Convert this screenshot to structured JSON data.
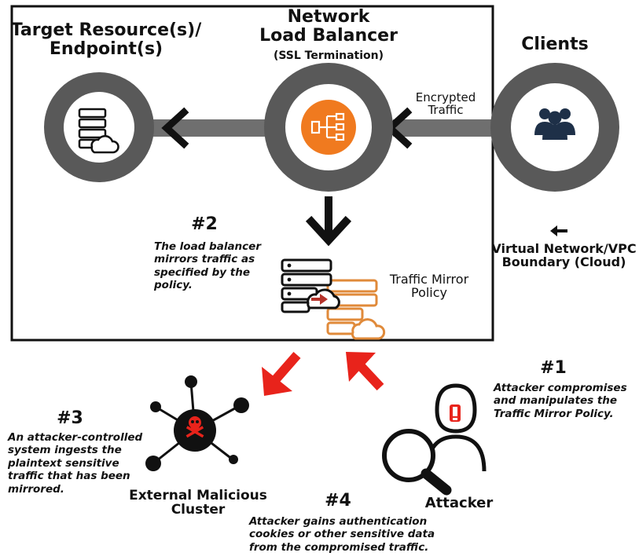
{
  "labels": {
    "target": "Target Resource(s)/\nEndpoint(s)",
    "nlb_title": "Network\nLoad Balancer",
    "nlb_sub": "(SSL Termination)",
    "clients": "Clients",
    "encrypted": "Encrypted\nTraffic",
    "mirror_policy": "Traffic Mirror\nPolicy",
    "vpc_boundary": "Virtual Network/VPC\nBoundary (Cloud)",
    "external_cluster": "External Malicious\nCluster",
    "attacker": "Attacker"
  },
  "steps": [
    {
      "number": "#1",
      "text": "Attacker compromises\nand manipulates the\nTraffic Mirror Policy."
    },
    {
      "number": "#2",
      "text": "The load balancer\nmirrors traffic as\nspecified by the\npolicy."
    },
    {
      "number": "#3",
      "text": "An attacker-controlled\nsystem ingests the\nplaintext sensitive\ntraffic that has been\nmirrored."
    },
    {
      "number": "#4",
      "text": "Attacker gains authentication\ncookies or other sensitive data\nfrom the compromised traffic."
    }
  ],
  "icons": [
    "server-cloud-icon",
    "load-balancer-icon",
    "users-icon",
    "skull-crossbones-icon",
    "magnifier-icon",
    "attacker-icon",
    "arrow-left-icon",
    "arrow-down-icon"
  ],
  "colors": {
    "ring": "#595959",
    "arrow_gray": "#6f6f6f",
    "nlb_orange": "#f07a1f",
    "mirror_orange": "#e08a3a",
    "attack_red": "#e8231b",
    "client_navy": "#1e3048"
  }
}
